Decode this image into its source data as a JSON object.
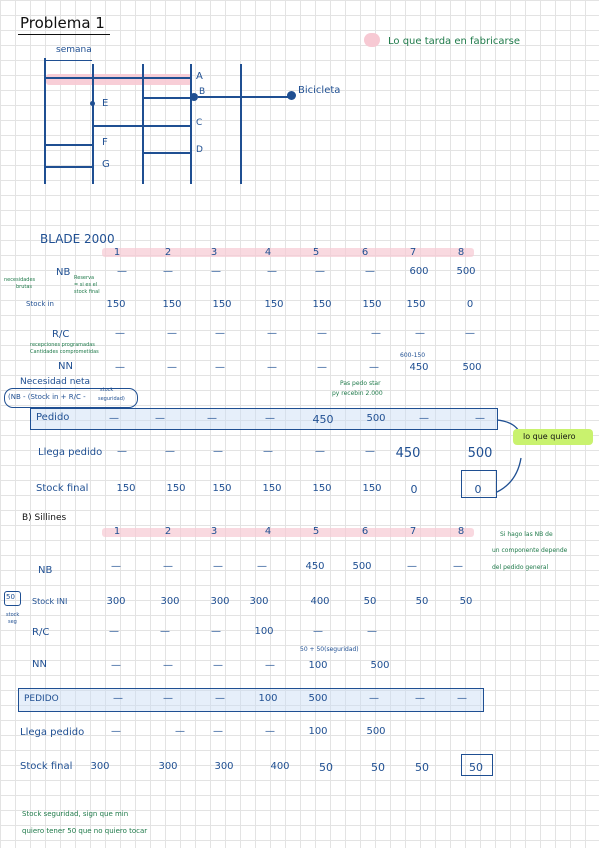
{
  "title": "Problema 1",
  "legend": "Lo que tarda en fabricarse",
  "diagram": {
    "week_label": "semana",
    "nodes": {
      "a": "A",
      "b": "B",
      "c": "C",
      "d": "D",
      "e": "E",
      "f": "F",
      "g": "G"
    },
    "bike": "Bicicleta"
  },
  "blade": {
    "header": "BLADE 2000",
    "periods": [
      "1",
      "2",
      "3",
      "4",
      "5",
      "6",
      "7",
      "8"
    ],
    "rows": {
      "nb": {
        "label": "NB",
        "values": [
          "—",
          "—",
          "—",
          "—",
          "—",
          "—",
          "600",
          "500"
        ]
      },
      "stock_in": {
        "label": "Stock in",
        "values": [
          "150",
          "150",
          "150",
          "150",
          "150",
          "150",
          "150",
          "0"
        ]
      },
      "rc": {
        "label": "R/C",
        "values": [
          "—",
          "—",
          "—",
          "—",
          "—",
          "—",
          "—",
          "—"
        ]
      },
      "nn": {
        "label": "NN",
        "values": [
          "—",
          "—",
          "—",
          "—",
          "—",
          "—",
          "450",
          "500"
        ]
      },
      "pedido": {
        "label": "Pedido",
        "values": [
          "—",
          "—",
          "—",
          "—",
          "450",
          "500",
          "—",
          "—"
        ]
      },
      "llega": {
        "label": "Llega pedido",
        "values": [
          "—",
          "—",
          "—",
          "—",
          "—",
          "—",
          "450",
          "500"
        ]
      },
      "stock_final": {
        "label": "Stock final",
        "values": [
          "150",
          "150",
          "150",
          "150",
          "150",
          "150",
          "0",
          "0"
        ]
      }
    },
    "notes": {
      "nb_side_1": "necesidades",
      "nb_side_2": "brutas",
      "nb_eq_1": "Reserva",
      "nb_eq_2": "= si es el",
      "nb_eq_3": "stock final",
      "rc_1": "recepciones programadas",
      "rc_2": "Cantidades comprometidas",
      "calc": "600-150",
      "formula_1": "Necesidad neta",
      "formula_2": "(NB - (Stock in + R/C -",
      "formula_3": "stock",
      "formula_4": "seguridad)",
      "pedido_note_1": "Pas pedo star",
      "pedido_note_2": "py recebin 2.000",
      "quiero": "lo que quiero"
    }
  },
  "sillines": {
    "header": "B) Sillines",
    "periods": [
      "1",
      "2",
      "3",
      "4",
      "5",
      "6",
      "7",
      "8"
    ],
    "rows": {
      "nb": {
        "label": "NB",
        "values": [
          "—",
          "—",
          "—",
          "—",
          "450",
          "500",
          "—",
          "—"
        ]
      },
      "stock_ini": {
        "label": "Stock INI",
        "values": [
          "300",
          "300",
          "300",
          "300",
          "400",
          "50",
          "50",
          "50"
        ]
      },
      "rc": {
        "label": "R/C",
        "values": [
          "—",
          "—",
          "—",
          "100",
          "—",
          "—",
          "",
          ""
        ]
      },
      "nn": {
        "label": "NN",
        "values": [
          "—",
          "—",
          "—",
          "—",
          "100",
          "500",
          "",
          ""
        ]
      },
      "pedido": {
        "label": "PEDIDO",
        "values": [
          "—",
          "—",
          "—",
          "100",
          "500",
          "—",
          "—",
          "—"
        ]
      },
      "llega": {
        "label": "Llega pedido",
        "values": [
          "—",
          "—",
          "—",
          "—",
          "100",
          "500",
          "",
          ""
        ]
      },
      "stock_final": {
        "label": "Stock final",
        "values": [
          "300",
          "300",
          "300",
          "400",
          "50",
          "50",
          "50",
          "50"
        ]
      }
    },
    "safety_value": "50",
    "safety_label_1": "stock",
    "safety_label_2": "seg",
    "nn_note": "50 + 50(seguridad)",
    "side_note_1": "Si hago las NB de",
    "side_note_2": "un componente depende",
    "side_note_3": "del pedido general",
    "footer_1": "Stock seguridad, sign que min",
    "footer_2": "quiero tener 50 que no quiero tocar"
  }
}
